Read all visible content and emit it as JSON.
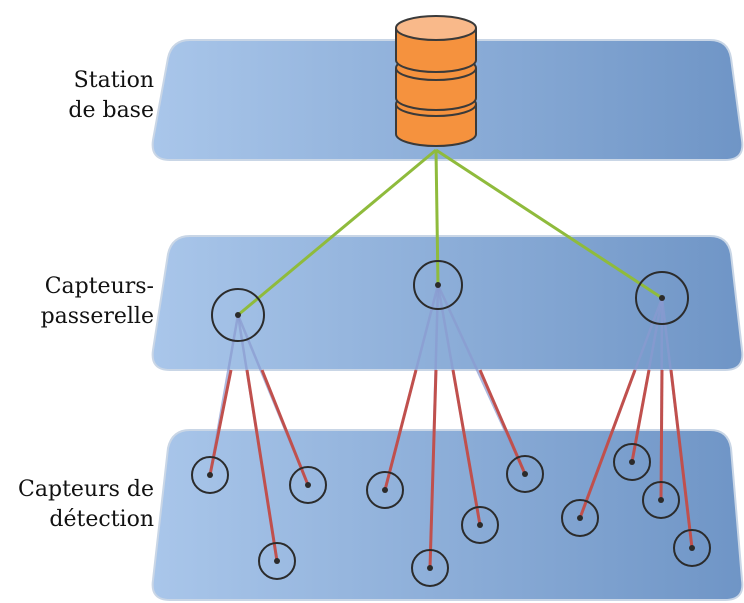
{
  "layers": {
    "base_station": {
      "label_line1": "Station",
      "label_line2": "de base"
    },
    "gateway_sensors": {
      "label_line1": "Capteurs-",
      "label_line2": "passerelle"
    },
    "detection_sensors": {
      "label_line1": "Capteurs de",
      "label_line2": "détection"
    }
  },
  "colors": {
    "plane_light": "#a9c6ea",
    "plane_dark": "#6f95c6",
    "database": "#f5923e",
    "gateway_link": "#8fbb3c",
    "sensor_link": "#c0504d"
  },
  "icons": {
    "base_station": "database-icon",
    "sensor": "sensor-node-icon"
  }
}
